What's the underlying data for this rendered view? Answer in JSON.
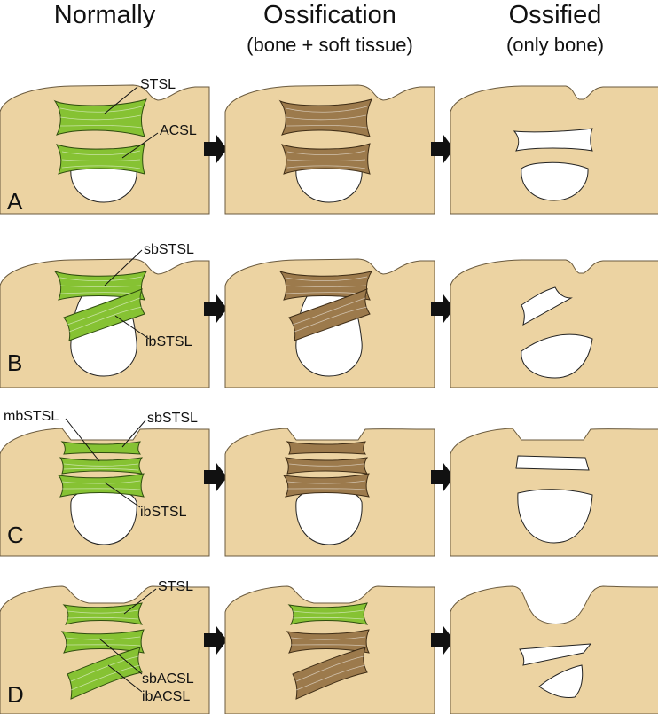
{
  "columns": [
    {
      "title": "Normally",
      "subtitle": ""
    },
    {
      "title": "Ossification",
      "subtitle": "(bone + soft tissue)"
    },
    {
      "title": "Ossified",
      "subtitle": "(only bone)"
    }
  ],
  "rows": [
    {
      "letter": "A",
      "labels": [
        "STSL",
        "ACSL"
      ]
    },
    {
      "letter": "B",
      "labels": [
        "sbSTSL",
        "ibSTSL"
      ]
    },
    {
      "letter": "C",
      "labels": [
        "mbSTSL",
        "sbSTSL",
        "ibSTSL"
      ]
    },
    {
      "letter": "D",
      "labels": [
        "STSL",
        "sbACSL",
        "ibACSL"
      ]
    }
  ],
  "colors": {
    "bone": "#ecd3a2",
    "ligament_normal": "#86c233",
    "ligament_ossifying": "#9c7a4c",
    "arrow": "#111111"
  }
}
